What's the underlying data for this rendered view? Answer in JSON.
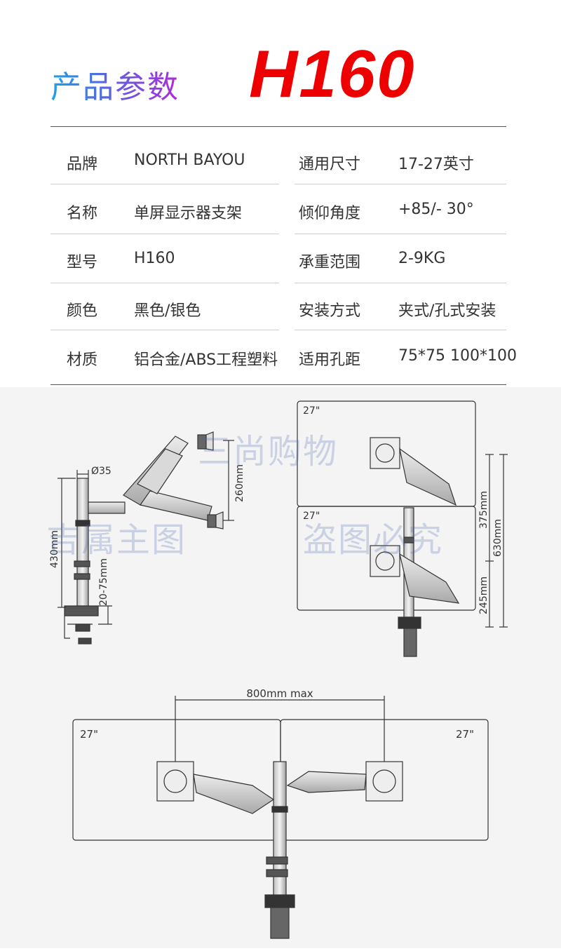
{
  "header": {
    "section_title": "产品参数",
    "model": "H160"
  },
  "specs_left": [
    {
      "label": "品牌",
      "value": "NORTH BAYOU"
    },
    {
      "label": "名称",
      "value": "单屏显示器支架"
    },
    {
      "label": "型号",
      "value": "H160"
    },
    {
      "label": "颜色",
      "value": "黑色/银色"
    },
    {
      "label": "材质",
      "value": "铝合金/ABS工程塑料"
    }
  ],
  "specs_right": [
    {
      "label": "通用尺寸",
      "value": "17-27英寸"
    },
    {
      "label": "倾仰角度",
      "value": "+85/- 30°"
    },
    {
      "label": "承重范围",
      "value": "2-9KG"
    },
    {
      "label": "安装方式",
      "value": "夹式/孔式安装"
    },
    {
      "label": "适用孔距",
      "value": "75*75 100*100"
    }
  ],
  "watermarks": {
    "line1": "三尚购物",
    "line2a": "吉属主图",
    "line2b": "盗图必究"
  },
  "diagram_labels": {
    "pole_diameter": "Ø35",
    "total_height": "430mm",
    "desk_thickness": "20-75mm",
    "arm_lift": "260mm",
    "screen_top": "27\"",
    "screen_bottom": "27\"",
    "h375": "375mm",
    "h630": "630mm",
    "h245": "245mm",
    "span": "800mm max",
    "left_screen": "27\"",
    "right_screen": "27\""
  },
  "colors": {
    "title_gradient_start": "#1aa3e8",
    "title_gradient_end": "#b02ad8",
    "model_red": "#ee0000"
  }
}
